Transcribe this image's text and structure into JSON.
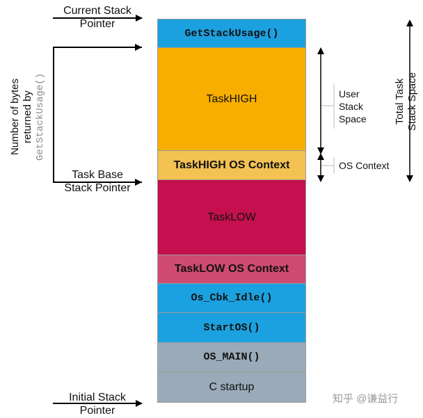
{
  "stack_blocks": [
    {
      "label": "GetStackUsage()",
      "color": "#1ca1e0",
      "style": "mono"
    },
    {
      "label": "TaskHIGH",
      "color": "#f7ae00",
      "style": "normal"
    },
    {
      "label": "TaskHIGH OS Context",
      "color": "#f3c253",
      "style": "bold"
    },
    {
      "label": "TaskLOW",
      "color": "#c4104e",
      "style": "normal"
    },
    {
      "label": "TaskLOW OS Context",
      "color": "#cf4b70",
      "style": "bold"
    },
    {
      "label": "Os_Cbk_Idle()",
      "color": "#1ca1e0",
      "style": "mono"
    },
    {
      "label": "StartOS()",
      "color": "#1ca1e0",
      "style": "mono"
    },
    {
      "label": "OS_MAIN()",
      "color": "#9aaab8",
      "style": "mono"
    },
    {
      "label": "C startup",
      "color": "#9aaab8",
      "style": "normal"
    }
  ],
  "left_labels": {
    "current_stack_pointer": [
      "Current Stack",
      "Pointer"
    ],
    "task_base_stack_pointer": [
      "Task Base",
      "Stack Pointer"
    ],
    "initial_stack_pointer": [
      "Initial Stack",
      "Pointer"
    ]
  },
  "bytes_label": {
    "line1": "Number of bytes",
    "line2": "returned by",
    "line3": "GetStackUsage()"
  },
  "right_labels": {
    "user_stack_space": [
      "User",
      "Stack",
      "Space"
    ],
    "os_context": "OS Context",
    "total_task_stack_space": [
      "Total Task",
      "Stack Space"
    ]
  },
  "watermark": "知乎 @谦益行"
}
